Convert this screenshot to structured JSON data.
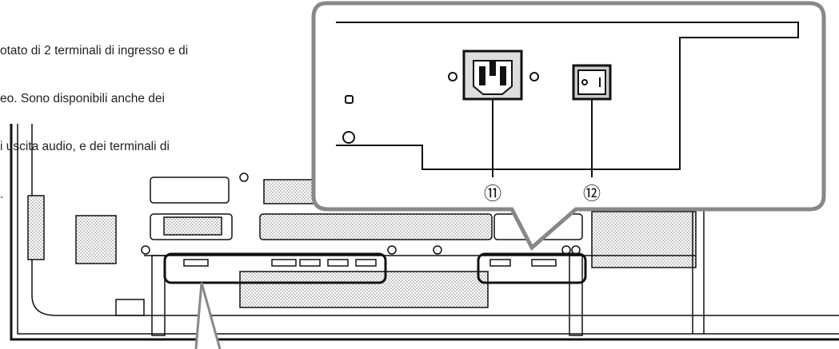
{
  "text": {
    "lines": [
      "otato di 2 terminali di ingresso e di",
      "eo. Sono disponibili anche dei",
      "i uscita audio, e dei terminali di",
      "."
    ]
  },
  "callouts": {
    "ac_inlet": "⑪",
    "power_switch": "⑫"
  },
  "colors": {
    "line": "#111111",
    "inset_border": "#888888",
    "hatch": "#999999"
  }
}
